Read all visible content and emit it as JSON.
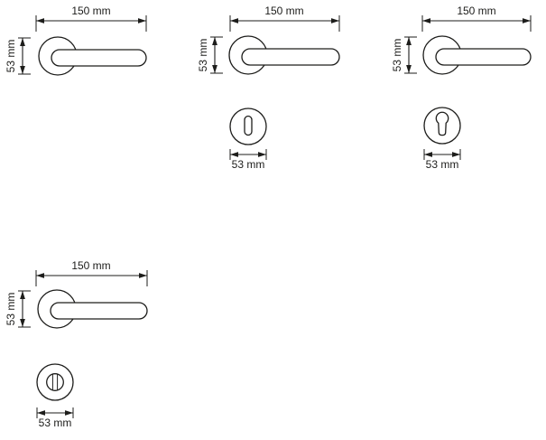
{
  "colors": {
    "background": "#ffffff",
    "line": "#1d1d1b"
  },
  "drawings": [
    {
      "name": "lever-handle-top-left",
      "type": "lever-handle-on-round-rose",
      "length_label": "150 mm",
      "height_label": "53 mm"
    },
    {
      "name": "lever-handle-top-center",
      "type": "lever-handle-on-round-rose",
      "length_label": "150 mm",
      "height_label": "53 mm",
      "escutcheon": {
        "type": "oval-keyhole-escutcheon",
        "diameter_label": "53 mm"
      }
    },
    {
      "name": "lever-handle-top-right",
      "type": "lever-handle-on-round-rose",
      "length_label": "150 mm",
      "height_label": "53 mm",
      "escutcheon": {
        "type": "euro-cylinder-escutcheon",
        "diameter_label": "53 mm"
      }
    },
    {
      "name": "lever-handle-bottom-left",
      "type": "lever-handle-on-round-rose",
      "length_label": "150 mm",
      "height_label": "53 mm",
      "escutcheon": {
        "type": "wc-turn-escutcheon",
        "diameter_label": "53 mm"
      }
    }
  ]
}
